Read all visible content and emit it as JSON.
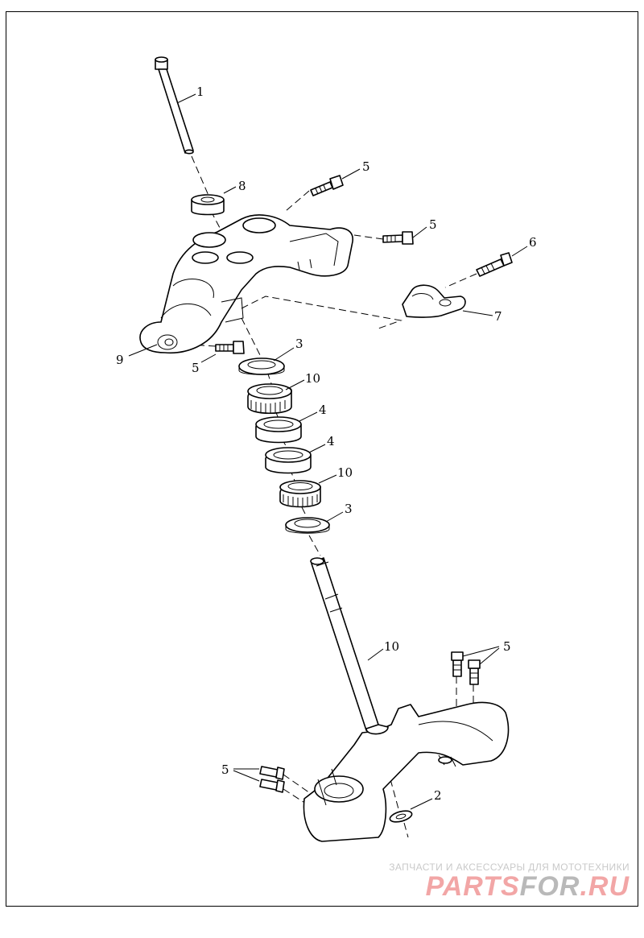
{
  "callouts": [
    {
      "id": "c1",
      "label": "1"
    },
    {
      "id": "c8",
      "label": "8"
    },
    {
      "id": "c5a",
      "label": "5"
    },
    {
      "id": "c5b",
      "label": "5"
    },
    {
      "id": "c6",
      "label": "6"
    },
    {
      "id": "c7",
      "label": "7"
    },
    {
      "id": "c9",
      "label": "9"
    },
    {
      "id": "c5c",
      "label": "5"
    },
    {
      "id": "c3a",
      "label": "3"
    },
    {
      "id": "c10a",
      "label": "10"
    },
    {
      "id": "c4a",
      "label": "4"
    },
    {
      "id": "c4b",
      "label": "4"
    },
    {
      "id": "c10b",
      "label": "10"
    },
    {
      "id": "c3b",
      "label": "3"
    },
    {
      "id": "c10c",
      "label": "10"
    },
    {
      "id": "c5d",
      "label": "5"
    },
    {
      "id": "c5e",
      "label": "5"
    },
    {
      "id": "c2",
      "label": "2"
    }
  ],
  "watermark": {
    "tagline": "ЗАПЧАСТИ И АКСЕССУАРЫ ДЛЯ МОТОТЕХНИКИ",
    "logo_part1": "PARTS",
    "logo_part2": "FOR",
    "logo_part3": ".RU",
    "color_primary": "#f2a6a6",
    "color_secondary": "#b9b9b9"
  }
}
